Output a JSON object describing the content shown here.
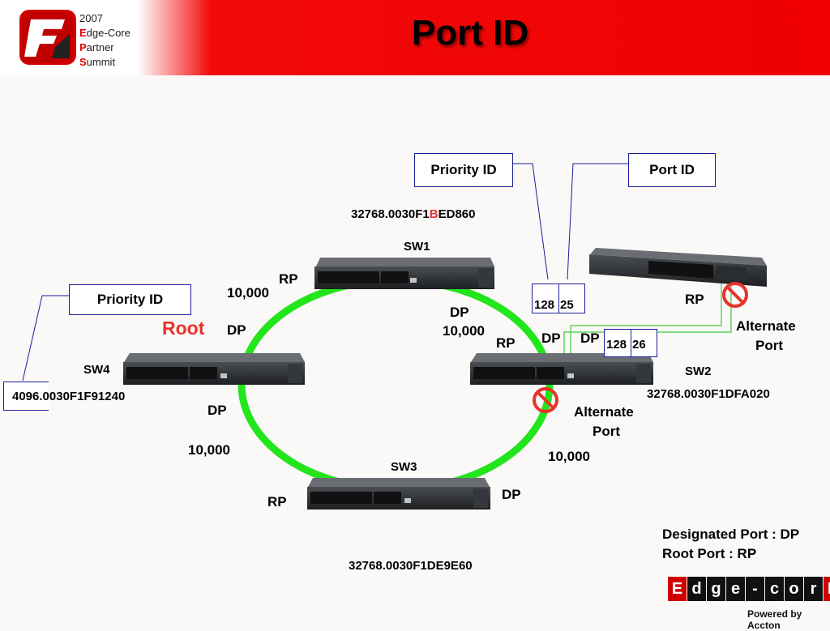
{
  "header": {
    "title": "Port ID",
    "logo_lines": [
      {
        "cap": "",
        "rest": "2007"
      },
      {
        "cap": "E",
        "rest": "dge-Core"
      },
      {
        "cap": "P",
        "rest": "artner"
      },
      {
        "cap": "S",
        "rest": "ummit"
      }
    ]
  },
  "diagram": {
    "callouts": {
      "priority_id_top": "Priority ID",
      "port_id_top": "Port ID",
      "priority_id_left": "Priority ID",
      "root_id_value": "4096.0030F1F91240"
    },
    "root_label": "Root",
    "switches": {
      "sw1": {
        "name": "SW1",
        "bridge_id_prefix": "32768.0030F1",
        "bridge_id_highlight": "B",
        "bridge_id_suffix": "ED860"
      },
      "sw2": {
        "name": "SW2",
        "bridge_id": "32768.0030F1DFA020"
      },
      "sw3": {
        "name": "SW3",
        "bridge_id": "32768.0030F1DE9E60"
      },
      "sw4": {
        "name": "SW4"
      }
    },
    "port_ids": {
      "upper_priority": "128",
      "upper_port": "25",
      "lower_priority": "128",
      "lower_port": "26"
    },
    "port_roles": {
      "sw1_rp": "RP",
      "sw1_dp": "DP",
      "sw4_dp_top": "DP",
      "sw4_dp_bottom": "DP",
      "sw2_rp": "RP",
      "sw2_dp_1": "DP",
      "sw2_dp_2": "DP",
      "sw3_rp": "RP",
      "sw3_dp": "DP",
      "extra_rp": "RP"
    },
    "costs": {
      "sw4_sw1": "10,000",
      "sw1_sw2": "10,000",
      "sw4_sw3": "10,000",
      "sw3_sw2": "10,000"
    },
    "alternate_ports": {
      "a_line1": "Alternate",
      "a_line2": "Port",
      "b_line1": "Alternate",
      "b_line2": "Port"
    }
  },
  "legend": {
    "line1": "Designated Port : DP",
    "line2": "Root Port : RP"
  },
  "brand": {
    "letters": [
      "E",
      "d",
      "g",
      "e",
      "-",
      "c",
      "o",
      "r",
      "E"
    ],
    "powered": "Powered by Accton"
  },
  "colors": {
    "header_red": "#f00000",
    "link_green": "#22e51c",
    "callout_blue": "#1b1f9a",
    "accent_red": "#e8332a",
    "thin_link_green": "#5fd35a"
  }
}
